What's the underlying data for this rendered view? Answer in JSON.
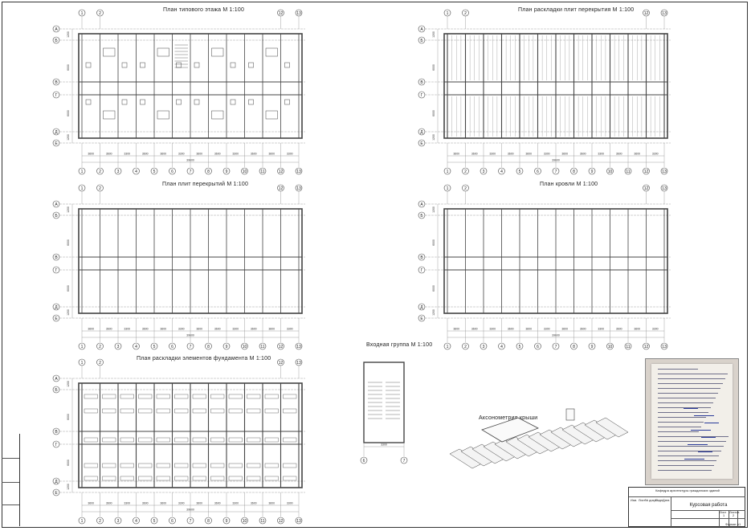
{
  "panels": {
    "typical_floor": {
      "title": "План типового этажа М 1:100"
    },
    "slab_layout": {
      "title": "План раскладки плит перекрытия М 1:100"
    },
    "slab_plan": {
      "title": "План плит перекрытий М 1:100"
    },
    "roof_plan": {
      "title": "План кровли М 1:100"
    },
    "foundation": {
      "title": "План раскладки элементов фундамента М 1:100"
    },
    "entrance": {
      "title": "Входная группа М 1:100"
    },
    "roof_axo": {
      "title": "Аксонометрия крыши"
    }
  },
  "axes": {
    "columns_main": [
      "1",
      "2",
      "3",
      "4",
      "5",
      "6",
      "7",
      "8",
      "9",
      "10",
      "11",
      "12",
      "13"
    ],
    "top_marks": [
      "1",
      "2",
      "12",
      "13"
    ],
    "rows": [
      "А",
      "Б",
      "В",
      "Г",
      "Д",
      "Е"
    ],
    "entrance_columns": [
      "6",
      "7"
    ]
  },
  "dimensions": {
    "spans": [
      "3600",
      "3600",
      "3300",
      "3600",
      "3600",
      "3300",
      "3600",
      "3600",
      "3300",
      "3600",
      "3600",
      "3300"
    ],
    "overall": "39600",
    "entrance_width": "3300",
    "rows_left": [
      "1200",
      "6000",
      "6000",
      "1200"
    ]
  },
  "stamp": {
    "organization": "Кафедра архитектуры гражданских зданий",
    "work_type": "Курсовая работа",
    "rows": [
      "Изм.",
      "Лист",
      "№ докум.",
      "Подп.",
      "Дата"
    ],
    "sheet_label": "Лист",
    "sheets_label": "Листов",
    "sheet": "1",
    "sheets": "2",
    "format": "Формат А1"
  },
  "colors": {
    "line": "#444444",
    "thin": "#8a8a8a",
    "paper": "#ffffff"
  }
}
